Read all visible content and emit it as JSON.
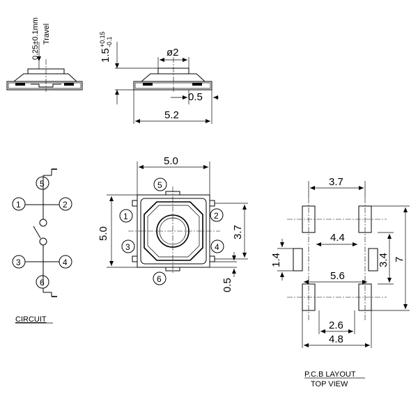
{
  "side_view_left": {
    "travel_dim": "0.25±0.1mm",
    "travel_label": "Travel"
  },
  "side_view_right": {
    "height_dim": "1.5",
    "height_tol_upper": "+0.15",
    "height_tol_lower": "-0.1",
    "plunger_dim": "ø2",
    "foot_dim": "0.5",
    "width_dim": "5.2"
  },
  "circuit": {
    "pins": [
      "1",
      "2",
      "3",
      "4",
      "5",
      "6"
    ],
    "label": "CIRCUIT"
  },
  "top_view": {
    "width_dim": "5.0",
    "height_dim": "5.0",
    "pin_pitch_dim": "3.7",
    "foot_dim": "0.5",
    "pins": [
      "1",
      "2",
      "3",
      "4",
      "5",
      "6"
    ]
  },
  "pcb_layout": {
    "dim_top": "3.7",
    "dim_mid": "4.4",
    "dim_inner": "5.6",
    "dim_bottom_inner": "2.6",
    "dim_bottom_outer": "4.8",
    "dim_left": "1.4",
    "dim_right_inner": "3.4",
    "dim_right_outer": "7",
    "title": "P.C.B  LAYOUT",
    "subtitle": "TOP  VIEW"
  }
}
